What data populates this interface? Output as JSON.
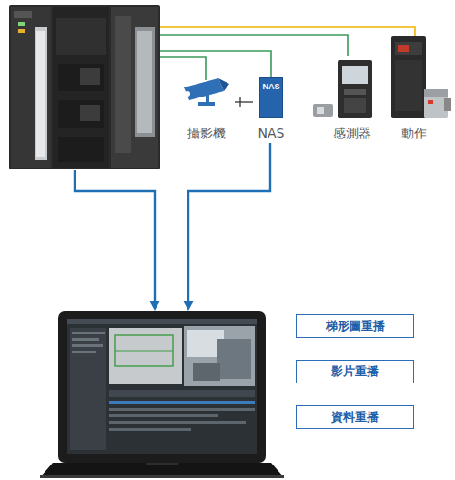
{
  "diagram": {
    "nodes": [
      {
        "text": [
          "攝影機"
        ]
      },
      {
        "text": [
          "NAS",
          "NAS"
        ]
      },
      {
        "text": [
          "感測器"
        ]
      },
      {
        "text": [
          "動作"
        ]
      },
      {
        "text": [
          "梯形圖重播"
        ]
      },
      {
        "text": [
          "影片重播"
        ]
      },
      {
        "text": [
          "資料重播"
        ]
      }
    ],
    "edges": [
      {
        "from": 0,
        "to": 1,
        "arrow": "none"
      }
    ]
  }
}
